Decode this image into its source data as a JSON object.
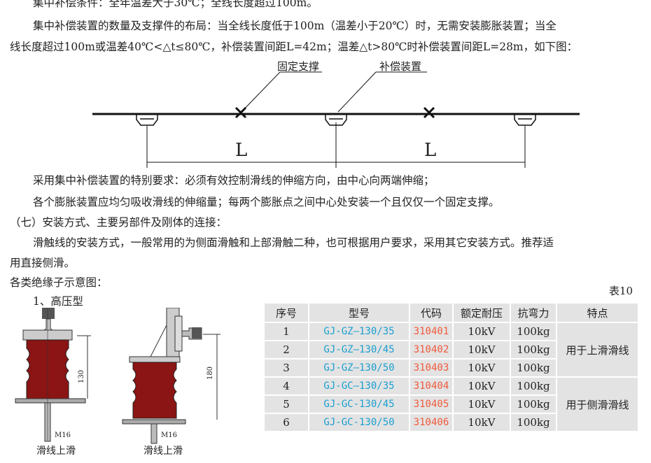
{
  "paragraphs": [
    "集中补偿条件：全年温差大于30℃；全线长度超过100m。",
    "集中补偿装置的数量及支撑件的布局：当全线长度低于100m（温差小于20℃）时，无需安装膨胀装置；当全",
    "线长度超过100m或温差40℃<△t≤80℃，补偿装置间距L=42m；温差△t>80℃时补偿装置间距L=28m，如下图：",
    "采用集中补偿装置的特别要求：必须有效控制滑线的伸缩方向，由中心向两端伸缩；",
    "各个膨胀装置应均匀吸收滑线的伸缩量；每两个膨胀点之间中心处安装一个且仅仅一个固定支撑。",
    "（七）安装方式、主要另部件及刚体的连接：",
    "滑触线的安装方式，一般常用的为侧面滑触和上部滑触二种，也可根据用户要求，采用其它安装方式。推荐适",
    "用直接侧滑。",
    "各类绝缘子示意图：",
    "1、高压型"
  ],
  "diagram": {
    "fixed_support": "固定支撑",
    "compensator": "补偿装置",
    "span_label": "L"
  },
  "insulators": [
    {
      "height": "130",
      "bolt": "M16",
      "caption": "滑线上滑"
    },
    {
      "height": "180",
      "bolt": "M16",
      "caption": "滑线上滑"
    }
  ],
  "table": {
    "caption": "表10",
    "headers": [
      "序号",
      "型号",
      "代码",
      "额定耐压",
      "抗弯力",
      "特点"
    ],
    "rows": [
      [
        "1",
        "GJ-GZ—130/35",
        "310401",
        "10kV",
        "100kg"
      ],
      [
        "2",
        "GJ-GZ—130/45",
        "310402",
        "10kV",
        "100kg"
      ],
      [
        "3",
        "GJ-GZ—130/50",
        "310403",
        "10kV",
        "100kg"
      ],
      [
        "4",
        "GJ-GC—130/35",
        "310404",
        "10kV",
        "100kg"
      ],
      [
        "5",
        "GJ-GC-130/45",
        "310405",
        "10kV",
        "100kg"
      ],
      [
        "6",
        "GJ-GC-130/50",
        "310406",
        "10kV",
        "100kg"
      ]
    ],
    "features": [
      "用于上滑滑线",
      "用于侧滑滑线"
    ]
  }
}
